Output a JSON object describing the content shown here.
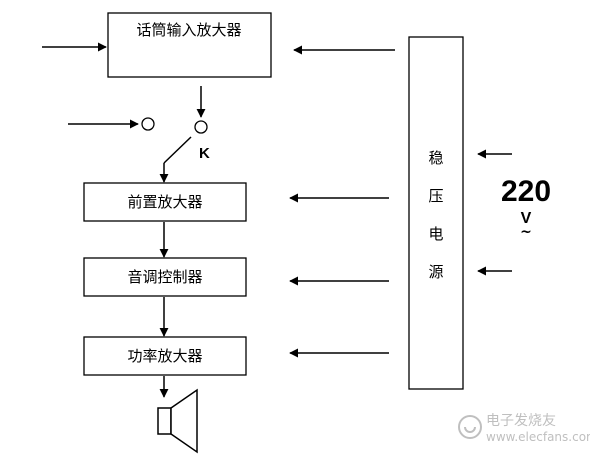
{
  "blocks": {
    "mic_preamp": "话筒输入放大器",
    "pre_amp": "前置放大器",
    "tone_control": "音调控制器",
    "power_amp": "功率放大器",
    "power_supply": [
      "稳",
      "压",
      "电",
      "源"
    ]
  },
  "switch_label": "K",
  "mains": {
    "value": "220",
    "unit": "V",
    "ac_symbol": "~"
  },
  "watermark": {
    "text": "电子发烧友",
    "url": "www.elecfans.com"
  },
  "colors": {
    "line": "#000000",
    "background": "#ffffff",
    "watermark": "#b9b9b9"
  }
}
